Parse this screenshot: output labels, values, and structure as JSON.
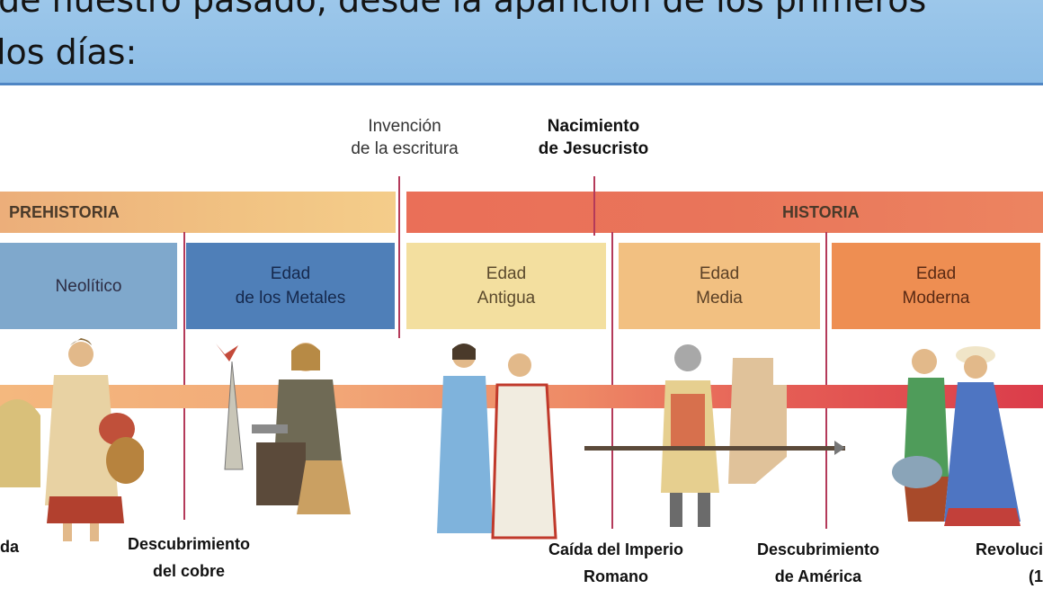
{
  "header": {
    "line1": "de nuestro pasado, desde la aparición de los primeros",
    "line2": "los días:"
  },
  "annotations": {
    "writing_line1": "Invención",
    "writing_line2": "de la escritura",
    "christ_line1": "Nacimiento",
    "christ_line2": "de Jesucristo"
  },
  "eras": {
    "prehistoria": "PREHISTORIA",
    "historia": "HISTORIA"
  },
  "periods": [
    {
      "line1": "Neolítico",
      "line2": ""
    },
    {
      "line1": "Edad",
      "line2": "de los Metales"
    },
    {
      "line1": "Edad",
      "line2": "Antigua"
    },
    {
      "line1": "Edad",
      "line2": "Media"
    },
    {
      "line1": "Edad",
      "line2": "Moderna"
    }
  ],
  "events": [
    {
      "line1": "da",
      "line2": ""
    },
    {
      "line1": "Descubrimiento",
      "line2": "del cobre"
    },
    {
      "line1": "Caída del Imperio",
      "line2": "Romano"
    },
    {
      "line1": "Descubrimiento",
      "line2": "de América"
    },
    {
      "line1": "Revoluci",
      "line2": "(1"
    }
  ],
  "colors": {
    "header_bg": "#8dbde6",
    "prehistoria_band": "#f1c282",
    "historia_band": "#e9755a",
    "neolitico": "#7fa8cc",
    "metales": "#4f7fb8",
    "antigua": "#f3df9f",
    "media": "#f2c081",
    "moderna": "#ee8e52",
    "divider": "#b43a5a"
  }
}
